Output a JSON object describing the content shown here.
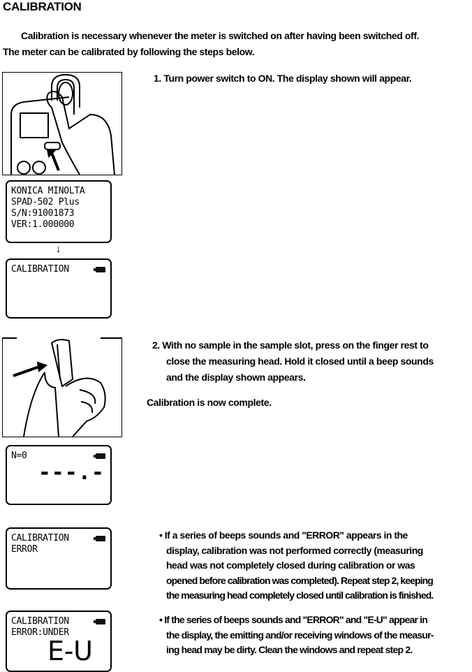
{
  "title": "CALIBRATION",
  "intro": [
    "Calibration is necessary whenever the meter is switched on after having been switched off.",
    "The meter can be calibrated by following the steps below."
  ],
  "step1": {
    "text": "1.  Turn power switch to ON. The display shown will appear."
  },
  "display_startup": {
    "lines": [
      "KONICA MINOLTA",
      "SPAD-502 Plus",
      "S/N:91001873",
      "VER:1.000000"
    ]
  },
  "display_calibration": {
    "lines": [
      "CALIBRATION"
    ]
  },
  "step2": {
    "lines": [
      "2.  With no sample in the sample slot, press on the finger rest to",
      "close the measuring head. Hold it closed until a beep sounds",
      "and the display shown appears."
    ],
    "complete": "Calibration is now complete."
  },
  "display_ready": {
    "count": "N=0",
    "reading": "---.-"
  },
  "display_error": {
    "lines": [
      "CALIBRATION",
      "ERROR"
    ]
  },
  "display_error_under": {
    "lines": [
      "CALIBRATION",
      "ERROR:UNDER"
    ],
    "code": "E-U"
  },
  "bullet1": {
    "lines": [
      "• If a series of beeps sounds and \"ERROR\" appears in the",
      "display, calibration was not performed correctly (measuring",
      "head was not completely closed during calibration or was",
      "opened before calibration was completed). Repeat step 2, keeping",
      "the measuring head completely closed until calibration is finished."
    ]
  },
  "bullet2": {
    "lines": [
      "• If the series of beeps sounds and \"ERROR\" and \"E-U\" appear in",
      "the display, the emitting and/or receiving windows of the measur-",
      "ing head may be dirty. Clean the windows and repeat step 2."
    ]
  }
}
